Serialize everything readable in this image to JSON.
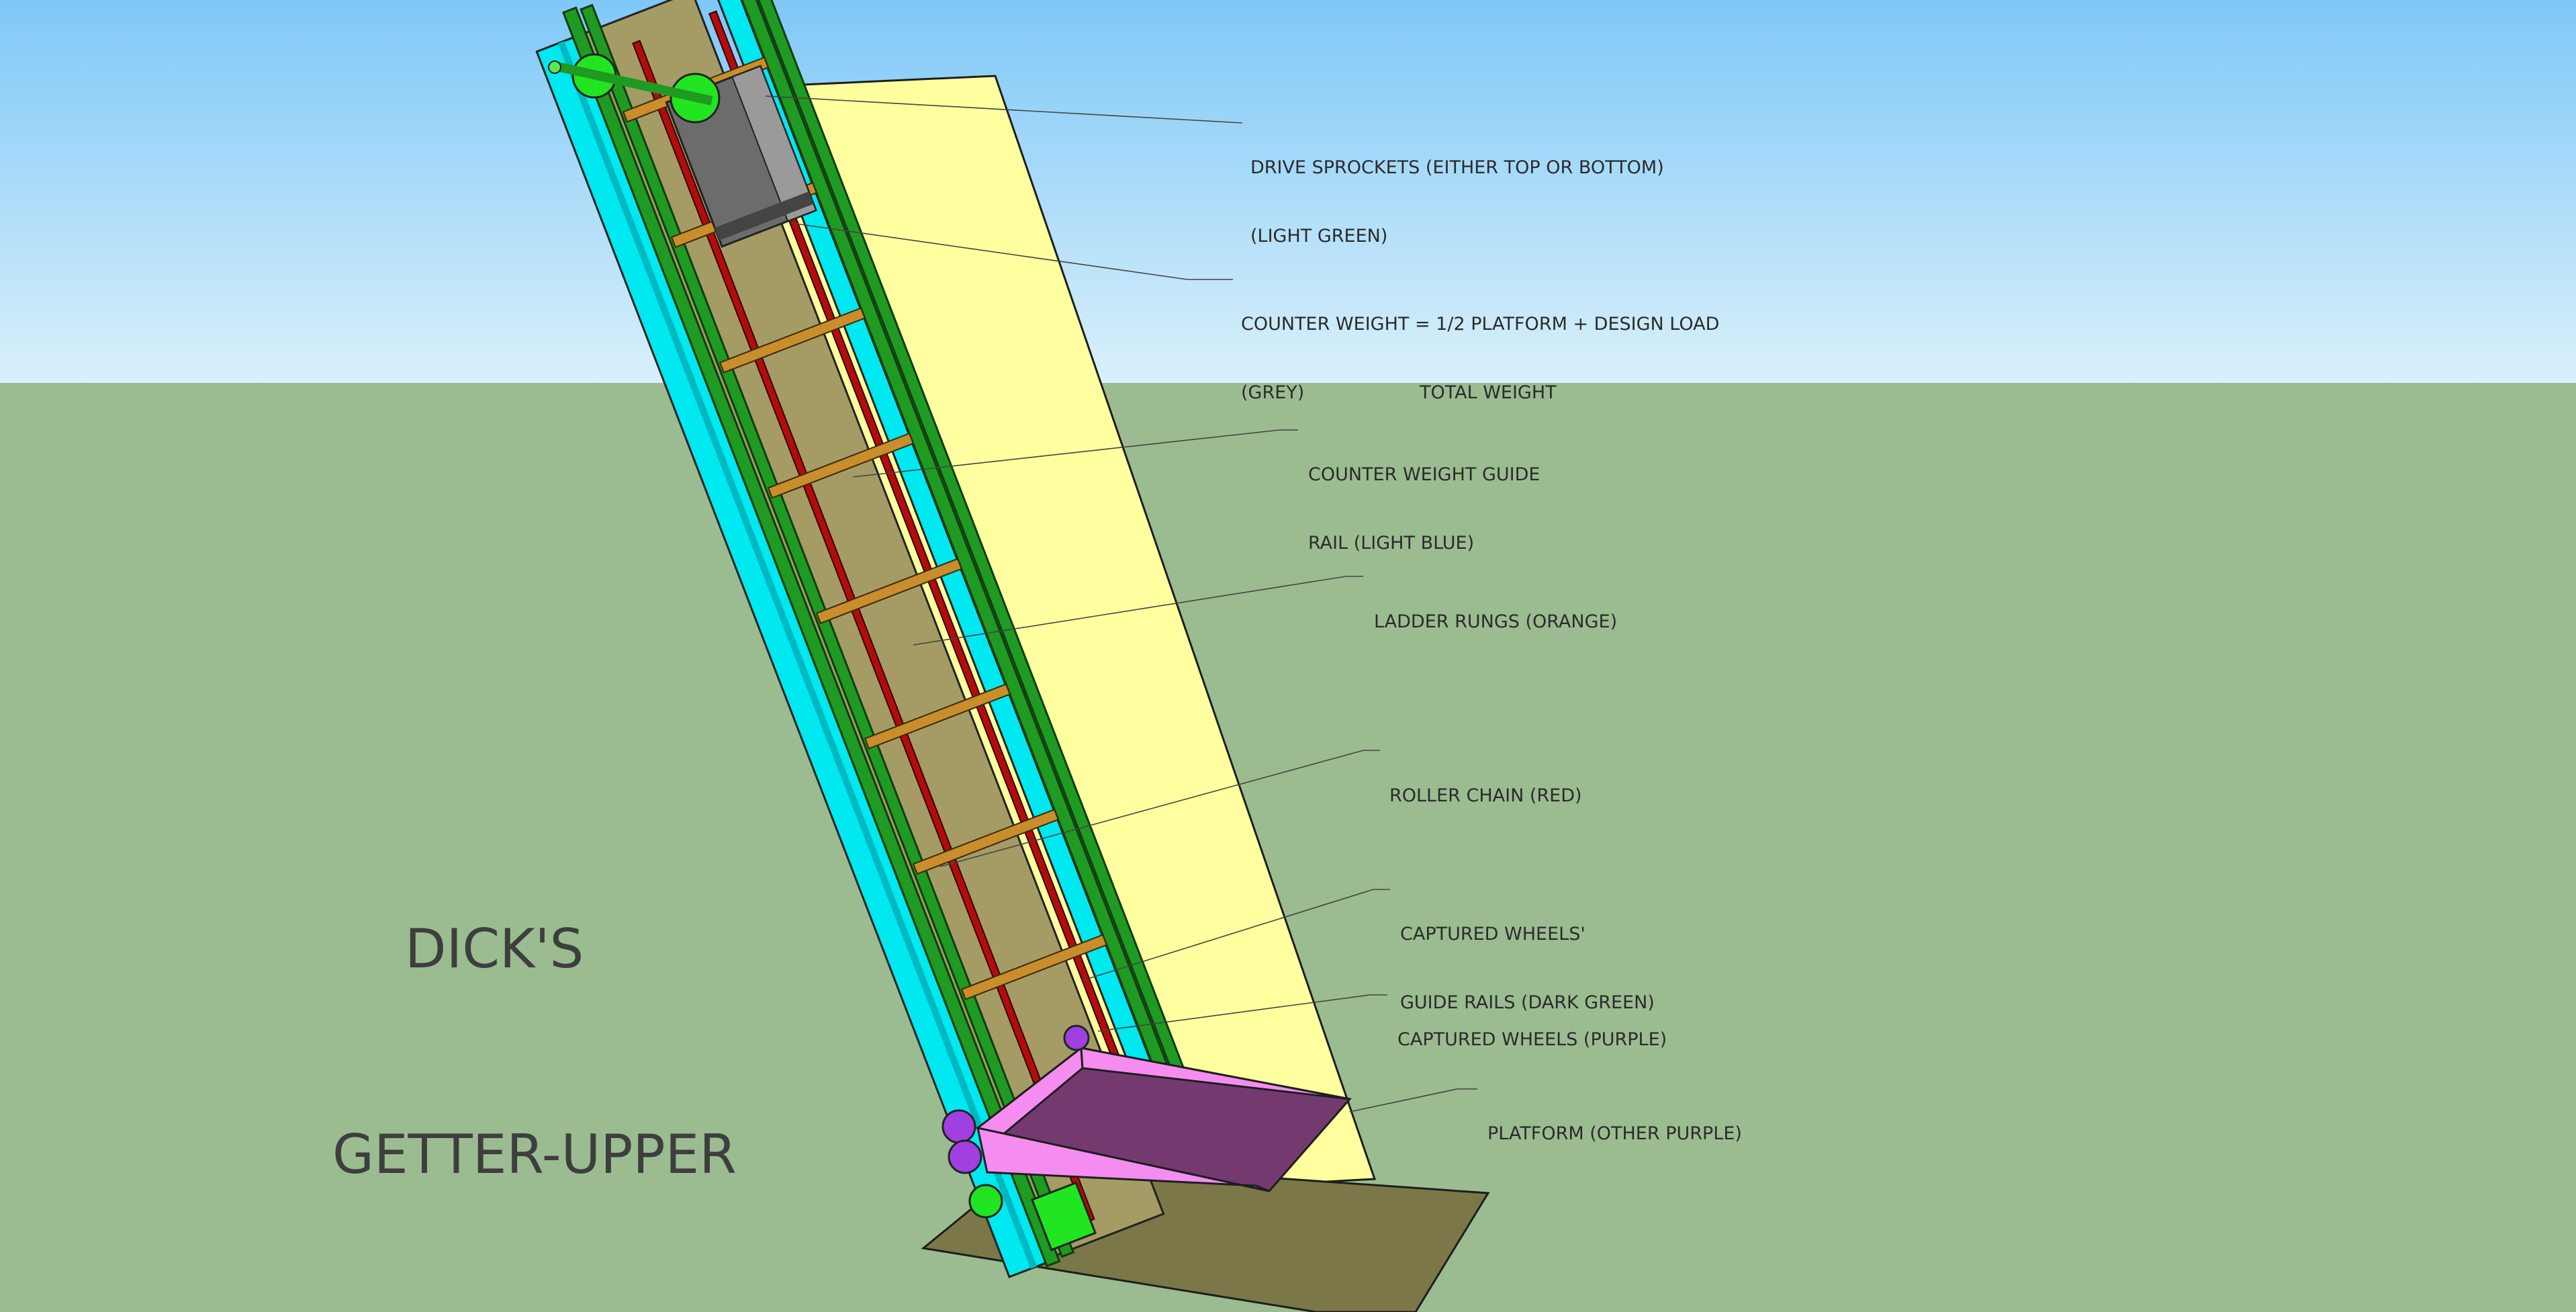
{
  "title": {
    "line1": "DICK'S",
    "line2": "GETTER-UPPER"
  },
  "callouts": {
    "drive_sprockets": {
      "line1": "DRIVE SPROCKETS (EITHER TOP OR BOTTOM)",
      "line2": "(LIGHT GREEN)"
    },
    "counter_weight": {
      "line1": "COUNTER WEIGHT = 1/2 PLATFORM + DESIGN LOAD",
      "line2": "(GREY)                    TOTAL WEIGHT"
    },
    "counter_weight_guide": {
      "line1": "COUNTER WEIGHT GUIDE",
      "line2": "RAIL (LIGHT BLUE)"
    },
    "ladder_rungs": {
      "line1": "LADDER RUNGS (ORANGE)"
    },
    "roller_chain": {
      "line1": "ROLLER CHAIN (RED)"
    },
    "guide_rails": {
      "line1": "CAPTURED WHEELS'",
      "line2": "GUIDE RAILS (DARK GREEN)"
    },
    "captured_wheels": {
      "line1": "CAPTURED WHEELS (PURPLE)"
    },
    "platform": {
      "line1": "PLATFORM (OTHER PURPLE)"
    }
  },
  "colors": {
    "sky_top": "#7fc8f7",
    "sky_bottom": "#d9f0fb",
    "ground": "#9bbc90",
    "wall": "#ffff9f",
    "floor": "#7b7748",
    "backboard": "#a49c64",
    "counterweight_rail": "#00e8f0",
    "guide_rail": "#1f9a22",
    "chain": "#b10d0d",
    "rung": "#c98d2c",
    "counterweight": "#6c6c6c",
    "sprocket": "#21e521",
    "wheel": "#a040e0",
    "platform_top": "#743a70",
    "platform_side": "#f58df0"
  }
}
